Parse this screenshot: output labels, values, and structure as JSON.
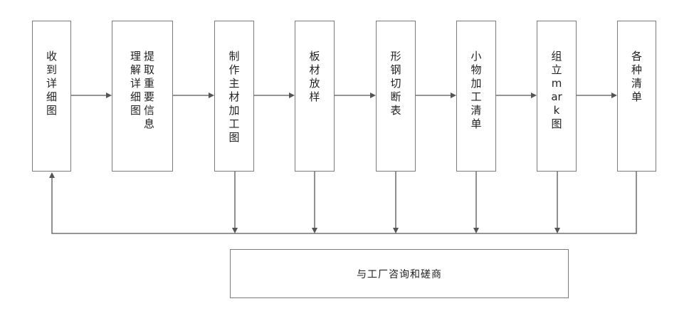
{
  "diagram": {
    "steps": [
      {
        "lines": [
          "收到详细图"
        ]
      },
      {
        "lines": [
          "理解详细图",
          "提取重要信息"
        ]
      },
      {
        "lines": [
          "制作主材加工图"
        ]
      },
      {
        "lines": [
          "板材放样"
        ]
      },
      {
        "lines": [
          "形钢切断表"
        ]
      },
      {
        "lines": [
          "小物加工清单"
        ]
      },
      {
        "lines": [
          "组立mark图"
        ]
      },
      {
        "lines": [
          "各种清单"
        ]
      }
    ],
    "bottom": {
      "label": "与工厂咨询和磋商"
    },
    "colors": {
      "stroke": "#555555",
      "border": "#7a7a7a",
      "text": "#222222"
    }
  }
}
